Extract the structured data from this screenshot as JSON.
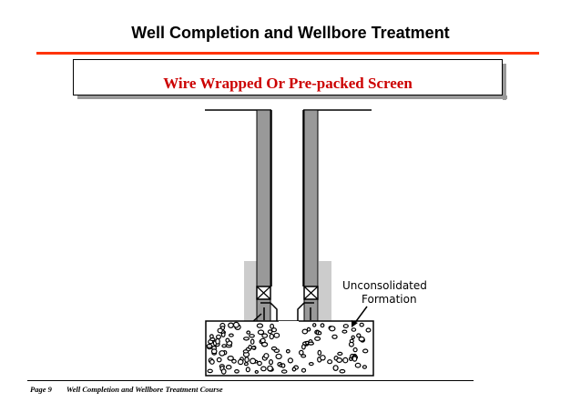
{
  "header": {
    "title": "Well Completion and Wellbore Treatment",
    "accent_color": "#ff3300"
  },
  "slide": {
    "subtitle": "Wire Wrapped Or Pre-packed Screen",
    "subtitle_color": "#cc0000"
  },
  "diagram": {
    "callout_line1": "Unconsolidated",
    "callout_line2": "Formation",
    "casing_color": "#999999",
    "cement_color": "#cccccc"
  },
  "footer": {
    "page": "Page 9",
    "course": "Well Completion and Wellbore Treatment Course"
  }
}
